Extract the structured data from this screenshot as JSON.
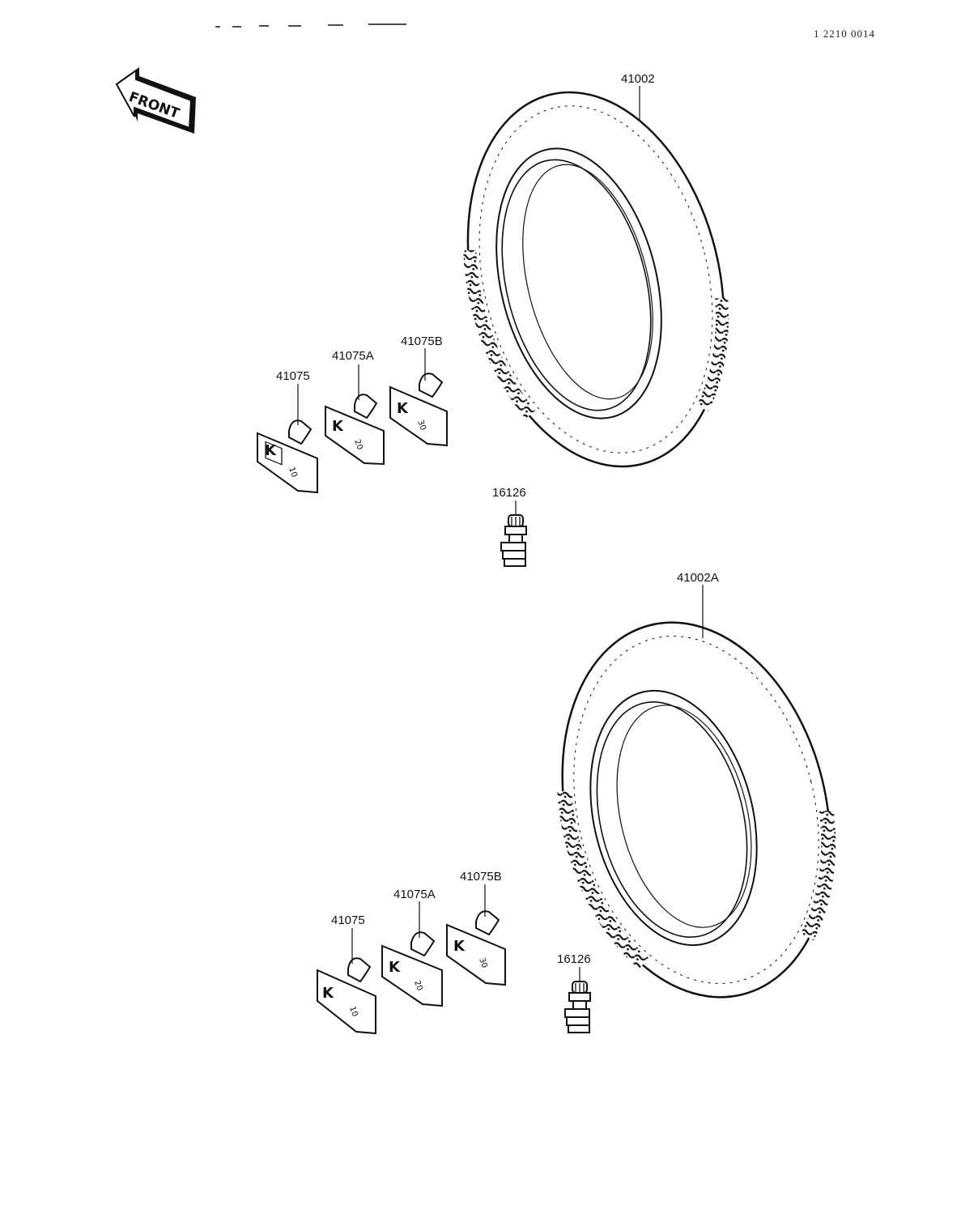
{
  "drawing_code": "1 2210 0014",
  "front_label": "FRONT",
  "upper_group": {
    "tire": "41002",
    "valve": "16126",
    "weight_10": "41075",
    "weight_20": "41075A",
    "weight_30": "41075B",
    "weight_10_text": "10",
    "weight_20_text": "20",
    "weight_30_text": "30"
  },
  "lower_group": {
    "tire": "41002A",
    "valve": "16126",
    "weight_10": "41075",
    "weight_20": "41075A",
    "weight_30": "41075B",
    "weight_10_text": "10",
    "weight_20_text": "20",
    "weight_30_text": "30"
  },
  "weight_logo": "K"
}
